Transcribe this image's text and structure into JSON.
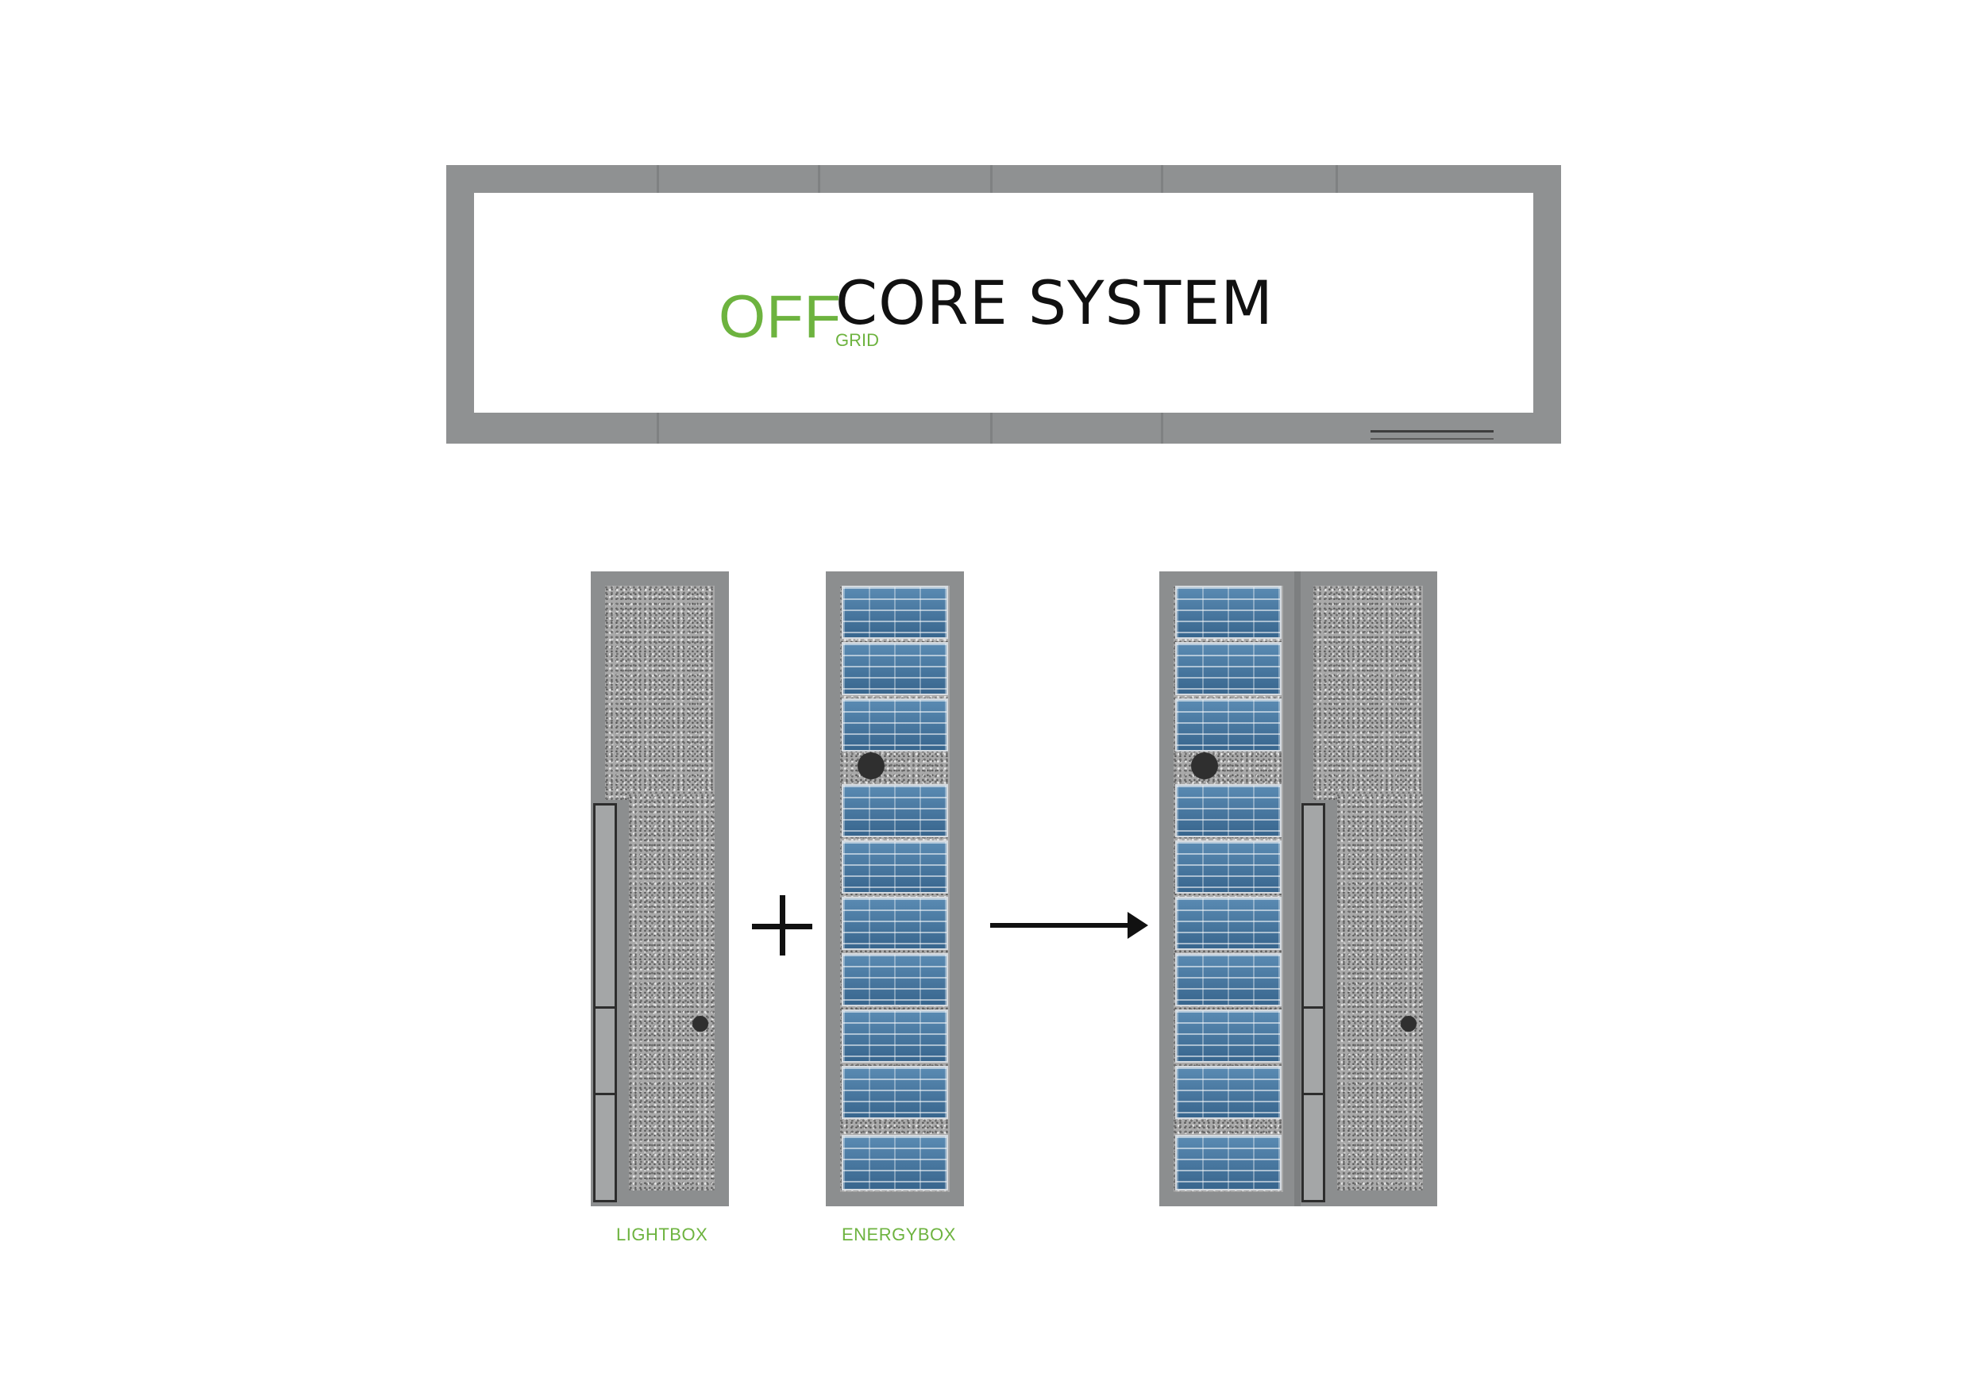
{
  "title": {
    "off": "OFF",
    "grid": "GRID",
    "core": "CORE SYSTEM"
  },
  "labels": {
    "lightbox": "LIGHTBOX",
    "energybox": "ENERGYBOX"
  },
  "colors": {
    "accent_green": "#6db33f",
    "concrete": "#8c8e8f",
    "solar_blue": "#3c6b93"
  }
}
